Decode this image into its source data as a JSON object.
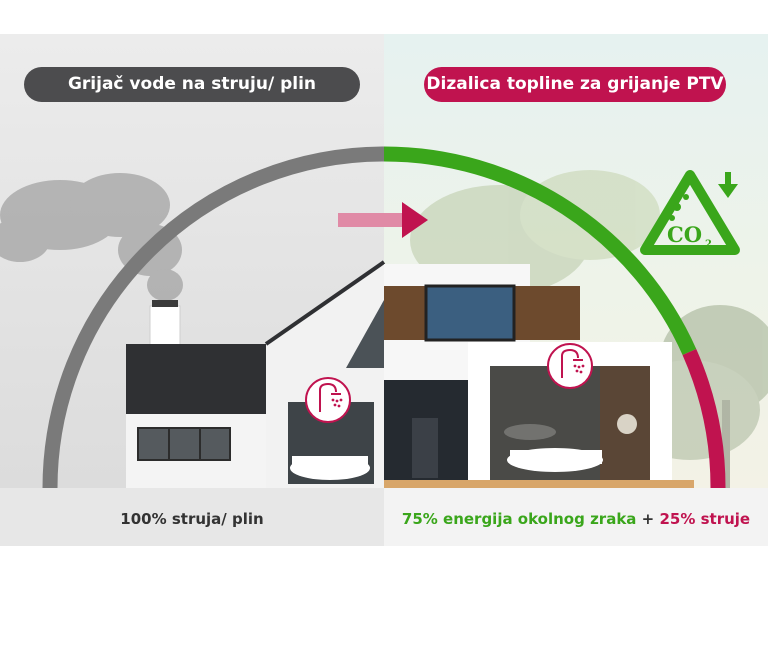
{
  "left": {
    "title": "Grijač vode na struju/ plin",
    "caption": "100% struja/ plin"
  },
  "right": {
    "title": "Dizalica topline za grijanje PTV",
    "caption_part1": "75% energija okolnog zraka",
    "caption_plus": "+",
    "caption_part2": "25% struje"
  },
  "co2_badge": {
    "text": "CO",
    "subscript": "2",
    "icon": "co2-reduction-icon"
  },
  "icons": {
    "shower_left": "shower-icon",
    "shower_right": "shower-icon",
    "arrow": "arrow-right-icon",
    "down_arrow": "arrow-down-icon"
  },
  "colors": {
    "dark_pill": "#4c4c4e",
    "brand_red": "#c0134f",
    "green": "#3aa61b",
    "gray_arc": "#7a7a7a"
  },
  "progress": {
    "ambient_air_percent": 75,
    "electricity_percent": 25
  }
}
